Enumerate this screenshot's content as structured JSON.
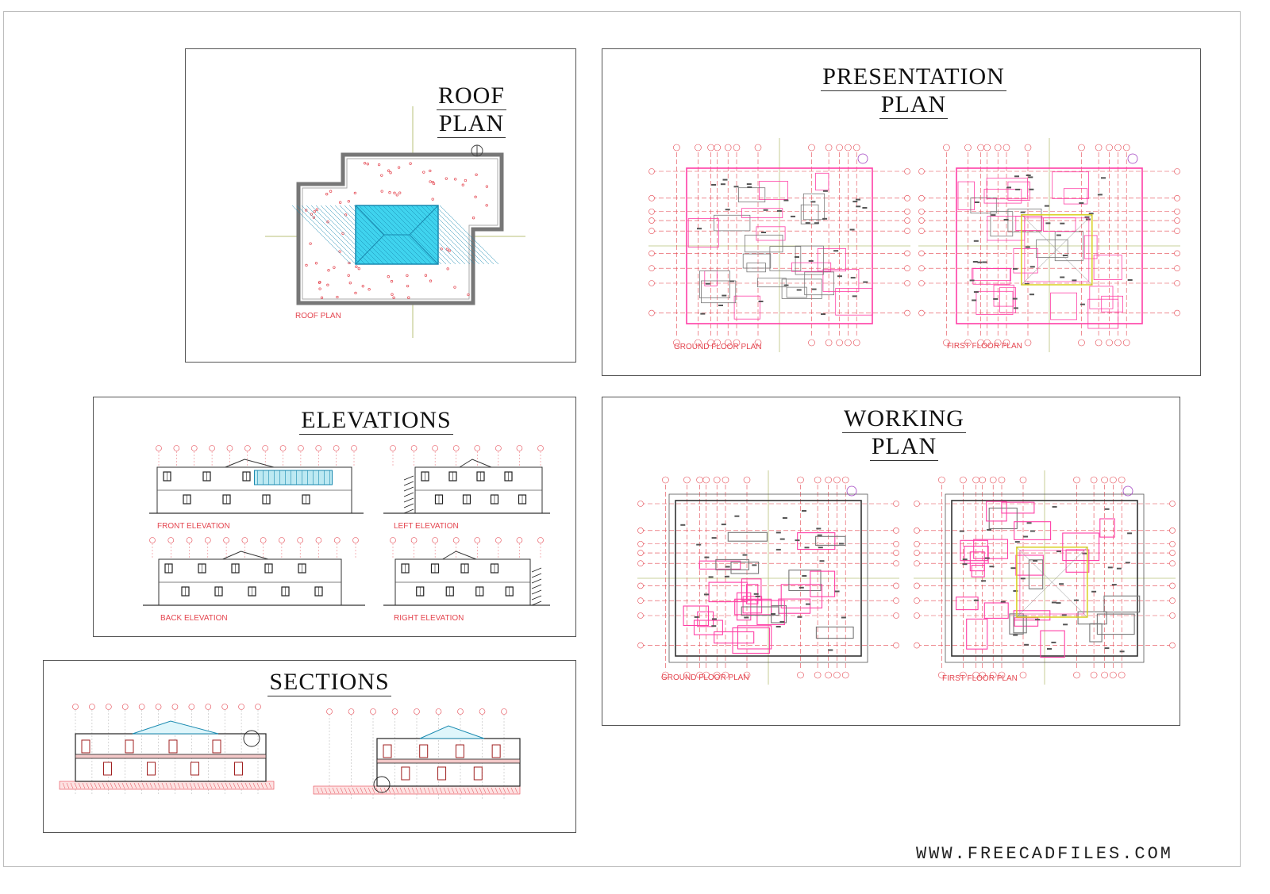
{
  "roof": {
    "title1": "ROOF",
    "title2": "PLAN",
    "caption": "ROOF PLAN"
  },
  "presentation": {
    "title1": "PRESENTATION",
    "title2": "PLAN",
    "ground_caption": "GROUND FLOOR PLAN",
    "first_caption": "FIRST FLOOR PLAN"
  },
  "elevations": {
    "title": "ELEVATIONS",
    "front": "FRONT ELEVATION",
    "left": "LEFT ELEVATION",
    "back": "BACK ELEVATION",
    "right": "RIGHT ELEVATION"
  },
  "working": {
    "title1": "WORKING",
    "title2": "PLAN",
    "ground_caption": "GROUND FLOOR PLAN",
    "first_caption": "FIRST FLOOR PLAN"
  },
  "sections": {
    "title": "SECTIONS"
  },
  "footer": "WWW.FREECADFILES.COM",
  "colors": {
    "grid_red": "#e4454f",
    "wall_pink": "#ff3fa6",
    "hatch_cyan": "#33d0e8",
    "axis_olive": "#b9c27a"
  }
}
